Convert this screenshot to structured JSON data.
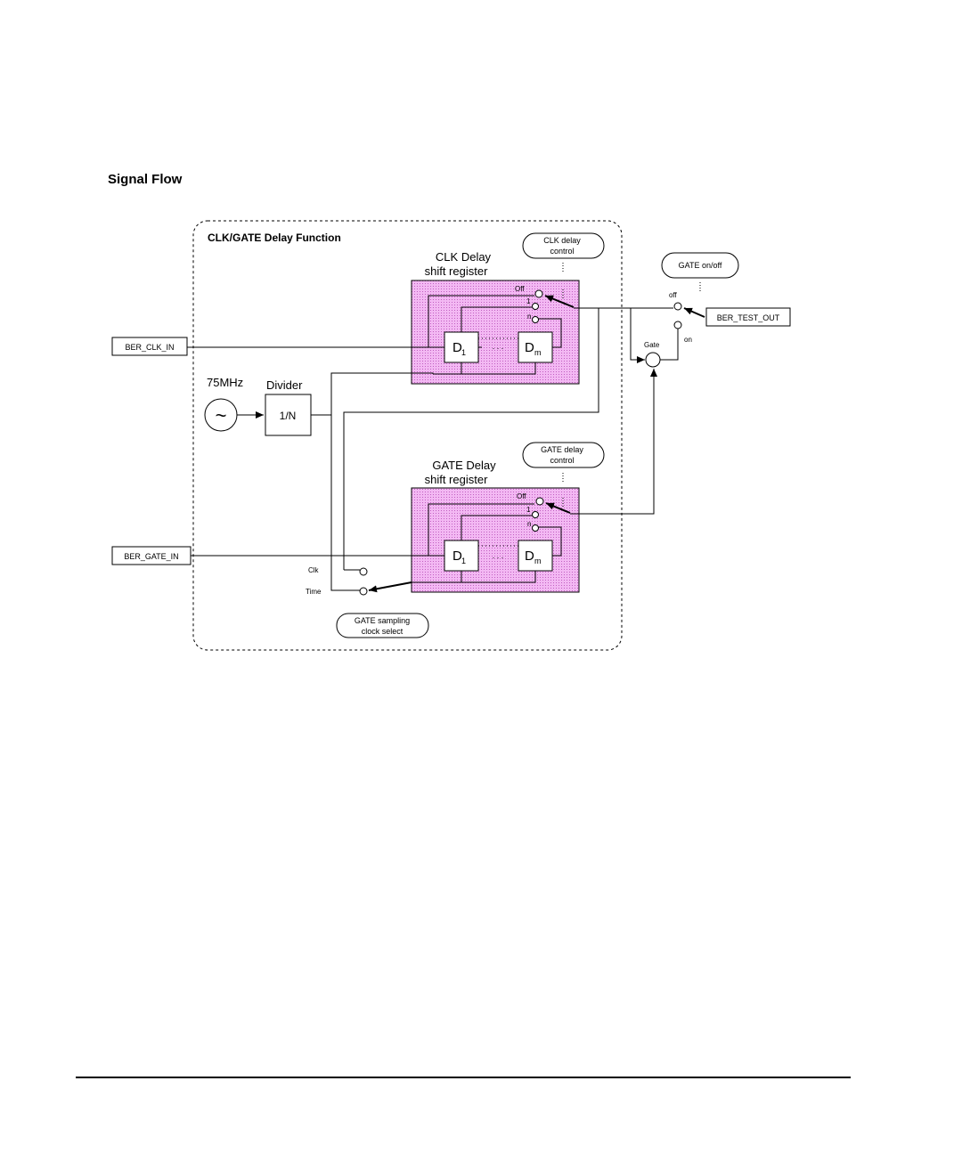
{
  "page": {
    "heading": "Signal Flow"
  },
  "diagram": {
    "function_title": "CLK/GATE Delay Function",
    "clk_register_title_1": "CLK Delay",
    "clk_register_title_2": "shift register",
    "gate_register_title_1": "GATE Delay",
    "gate_register_title_2": "shift register",
    "clk_delay_control_1": "CLK delay",
    "clk_delay_control_2": "control",
    "gate_delay_control_1": "GATE delay",
    "gate_delay_control_2": "control",
    "gate_onoff_control": "GATE on/off",
    "gate_sampling_1": "GATE sampling",
    "gate_sampling_2": "clock select",
    "ber_clk_in": "BER_CLK_IN",
    "ber_gate_in": "BER_GATE_IN",
    "ber_test_out": "BER_TEST_OUT",
    "oscillator_freq": "75MHz",
    "oscillator_symbol": "~",
    "divider_title": "Divider",
    "divider_ratio": "1/N",
    "tap_off": "Off",
    "tap_1": "1",
    "tap_n": "n",
    "ff_d": "D",
    "ff_first_sub": "1",
    "ff_last_sub": "m",
    "ellipsis": ". . .",
    "gate_label": "Gate",
    "switch_off": "off",
    "switch_on": "on",
    "clk_select": "Clk",
    "time_select": "Time"
  },
  "colors": {
    "register_fill": "#f0a8f0",
    "line": "#000000",
    "background": "#ffffff"
  }
}
